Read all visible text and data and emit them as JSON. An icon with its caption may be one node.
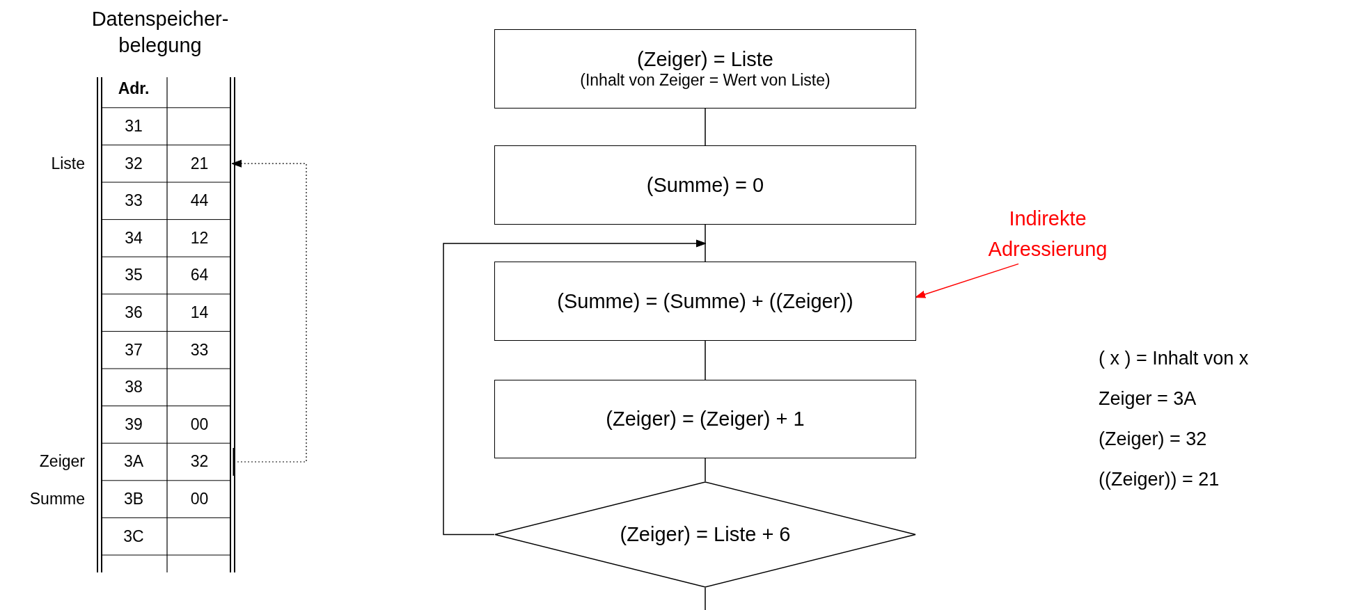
{
  "diagram": {
    "nodes": [
      {
        "text": [
          "(Zeiger) = Liste",
          "(Inhalt von Zeiger = Wert von Liste)"
        ]
      },
      {
        "text": [
          "(Summe) = 0"
        ]
      },
      {
        "text": [
          "(Summe) = (Summe) + ((Zeiger))"
        ]
      },
      {
        "text": [
          "(Zeiger) = (Zeiger) + 1"
        ]
      },
      {
        "text": [
          "(Zeiger) = Liste + 6"
        ]
      },
      {
        "text": [
          "Indirekte Adressierung"
        ]
      },
      {
        "text": [
          "21"
        ]
      },
      {
        "text": [
          "32"
        ]
      }
    ],
    "edges": [
      {
        "from": 0,
        "to": 1,
        "arrow": "none"
      },
      {
        "from": 1,
        "to": 2,
        "arrow": "none"
      },
      {
        "from": 2,
        "to": 3,
        "arrow": "none"
      },
      {
        "from": 3,
        "to": 4,
        "arrow": "none"
      },
      {
        "from": 4,
        "to": 2,
        "arrow": "to"
      },
      {
        "from": 4,
        "to": null,
        "arrow": "none"
      },
      {
        "from": 5,
        "to": 2,
        "arrow": "to",
        "color": "#ff0000"
      },
      {
        "from": 7,
        "to": 6,
        "arrow": "to",
        "style": "dashed"
      }
    ],
    "labels": [
      "Datenspeicher- belegung",
      "Adr.",
      "31",
      "Liste",
      "32",
      "33",
      "44",
      "34",
      "12",
      "35",
      "64",
      "36",
      "14",
      "37",
      "33",
      "38",
      "39",
      "00",
      "Zeiger",
      "3A",
      "Summe",
      "3B",
      "00",
      "3C",
      "( x ) = Inhalt von x",
      "Zeiger = 3A",
      "(Zeiger) = 32",
      "((Zeiger)) = 21"
    ]
  }
}
